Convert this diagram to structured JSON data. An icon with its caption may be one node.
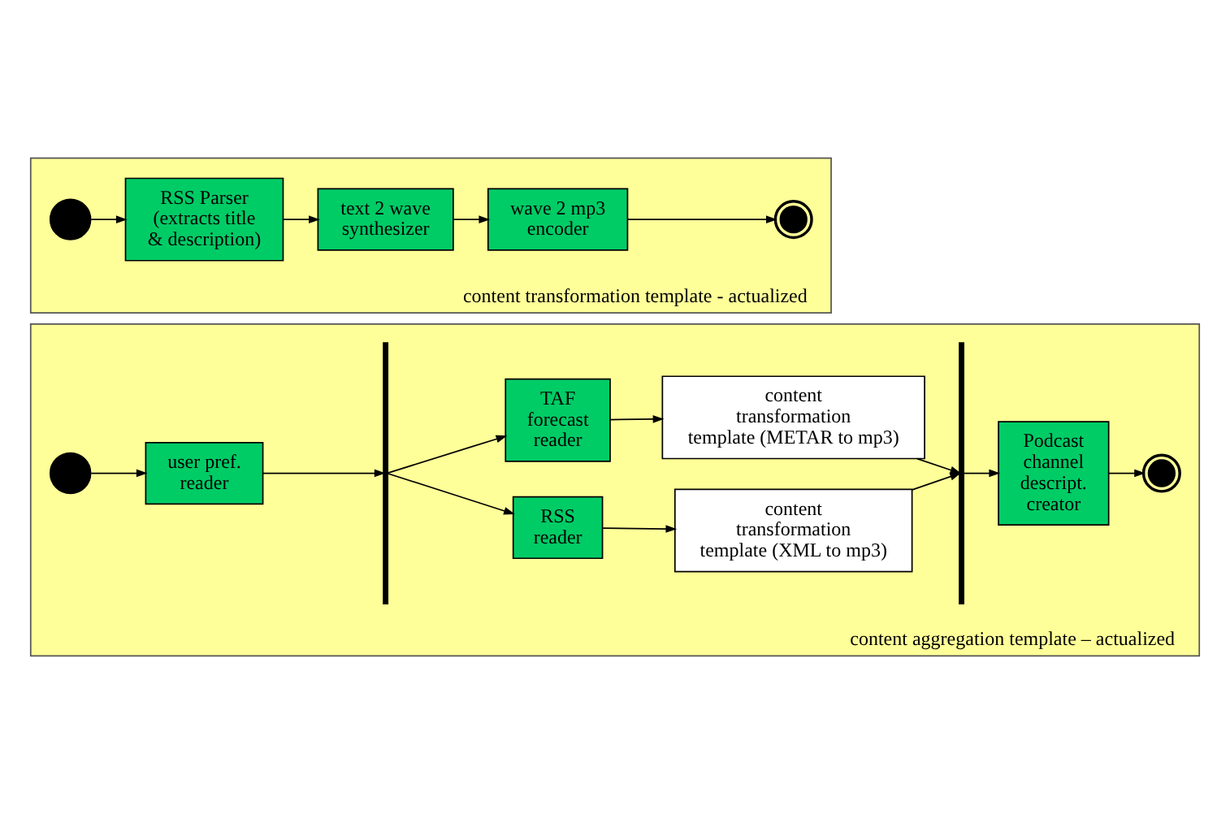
{
  "diagram": {
    "nodes": [
      {
        "text": [
          "content aggregation template – actualized"
        ]
      },
      {
        "text": [],
        "shape": "circle",
        "in": 0
      },
      {
        "text": [
          "user pref. reader"
        ],
        "in": 0
      },
      {
        "text": [],
        "shape": "bar",
        "in": 0
      },
      {
        "text": [
          "RSS reader"
        ],
        "in": 0
      },
      {
        "text": [
          "content transformation template (XML to mp3)"
        ],
        "in": 0
      },
      {
        "text": [
          "TAF forecast reader"
        ],
        "in": 0
      },
      {
        "text": [
          "content transformation template (METAR to mp3)"
        ],
        "in": 0
      },
      {
        "text": [],
        "shape": "bar",
        "in": 0
      },
      {
        "text": [
          "Podcast channel descript. creator"
        ],
        "in": 0
      },
      {
        "text": [],
        "shape": "circle",
        "in": 0
      },
      {
        "text": [
          "content transformation template - actualized"
        ]
      },
      {
        "text": [],
        "shape": "circle",
        "in": 11
      },
      {
        "text": [
          "RSS Parser (extracts title & description)"
        ],
        "in": 11
      },
      {
        "text": [
          "text 2 wave synthesizer"
        ],
        "in": 11
      },
      {
        "text": [
          "wave 2 mp3 encoder"
        ],
        "in": 11
      },
      {
        "text": [],
        "shape": "circle",
        "in": 11
      }
    ],
    "edges": [
      {
        "from": 1,
        "to": 2,
        "arrow": "to"
      },
      {
        "from": 2,
        "to": 3,
        "arrow": "to"
      },
      {
        "from": 3,
        "to": 4,
        "arrow": "to"
      },
      {
        "from": 3,
        "to": 6,
        "arrow": "to"
      },
      {
        "from": 4,
        "to": 5,
        "arrow": "to"
      },
      {
        "from": 6,
        "to": 7,
        "arrow": "to"
      },
      {
        "from": 5,
        "to": 8,
        "arrow": "to"
      },
      {
        "from": 7,
        "to": 8,
        "arrow": "to"
      },
      {
        "from": 8,
        "to": 9,
        "arrow": "to"
      },
      {
        "from": 9,
        "to": 10,
        "arrow": "to"
      },
      {
        "from": 12,
        "to": 13,
        "arrow": "to"
      },
      {
        "from": 13,
        "to": 14,
        "arrow": "to"
      },
      {
        "from": 14,
        "to": 15,
        "arrow": "to"
      },
      {
        "from": 15,
        "to": 16,
        "arrow": "to"
      }
    ]
  }
}
